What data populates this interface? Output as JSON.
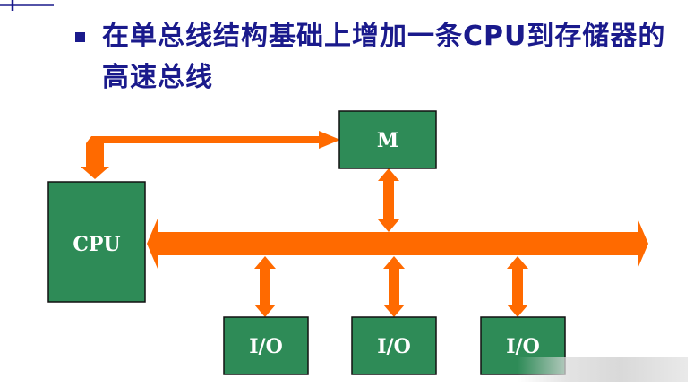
{
  "title": "在单总线结构基础上增加一条CPU到存储器的高速总线",
  "boxes": {
    "memory": "M",
    "cpu": "CPU",
    "io_1": "I/O",
    "io_2": "I/O",
    "io_3": "I/O"
  },
  "colors": {
    "box_fill": "#2e8b57",
    "box_stroke": "#111111",
    "bus": "#ff6a00",
    "title_text": "#1a1a8c",
    "bullet": "#1a1a8c"
  }
}
